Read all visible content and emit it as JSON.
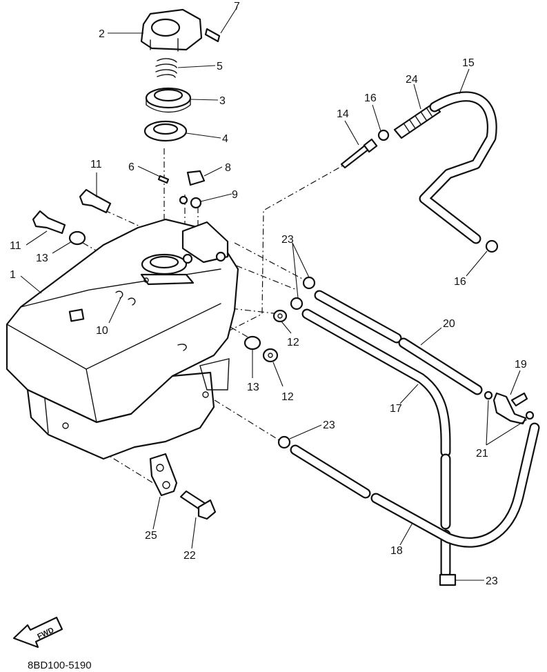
{
  "diagram_code": "8BD100-5190",
  "fwd_label": "FWD",
  "callouts": {
    "c1": "1",
    "c2": "2",
    "c3": "3",
    "c4": "4",
    "c5": "5",
    "c6": "6",
    "c7": "7",
    "c8": "8",
    "c9": "9",
    "c10": "10",
    "c11a": "11",
    "c11b": "11",
    "c12a": "12",
    "c12b": "12",
    "c13a": "13",
    "c13b": "13",
    "c14": "14",
    "c15": "15",
    "c16a": "16",
    "c16b": "16",
    "c17": "17",
    "c18": "18",
    "c19": "19",
    "c20": "20",
    "c21": "21",
    "c22": "22",
    "c23a": "23",
    "c23b": "23",
    "c23c": "23",
    "c24": "24",
    "c25": "25"
  }
}
